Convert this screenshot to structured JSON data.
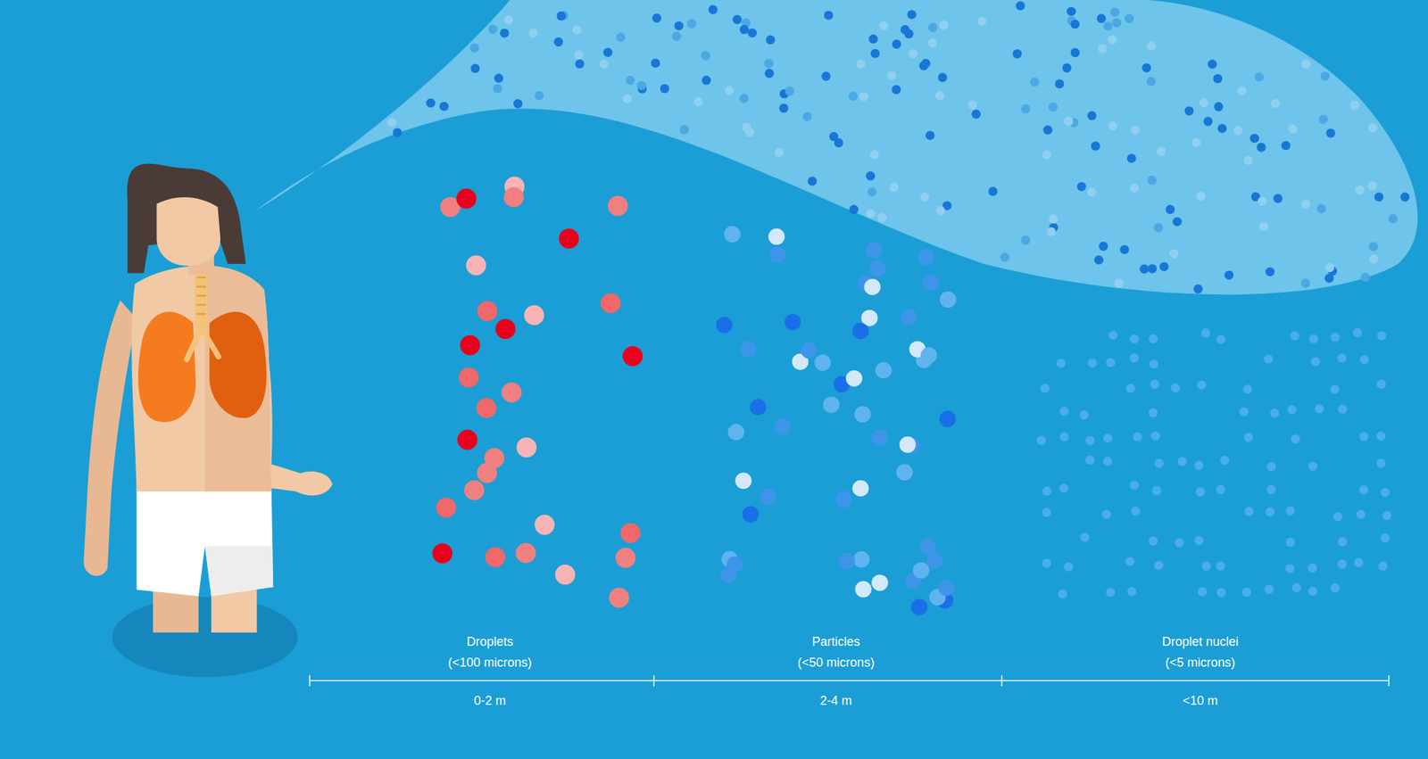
{
  "diagram": {
    "labels": [
      "Droplets",
      "(<100 microns)",
      "0-2 m",
      "Particles",
      "(<50 microns)",
      "2-4 m",
      "Droplet nuclei",
      "(<5 microns)",
      "<10 m"
    ]
  }
}
